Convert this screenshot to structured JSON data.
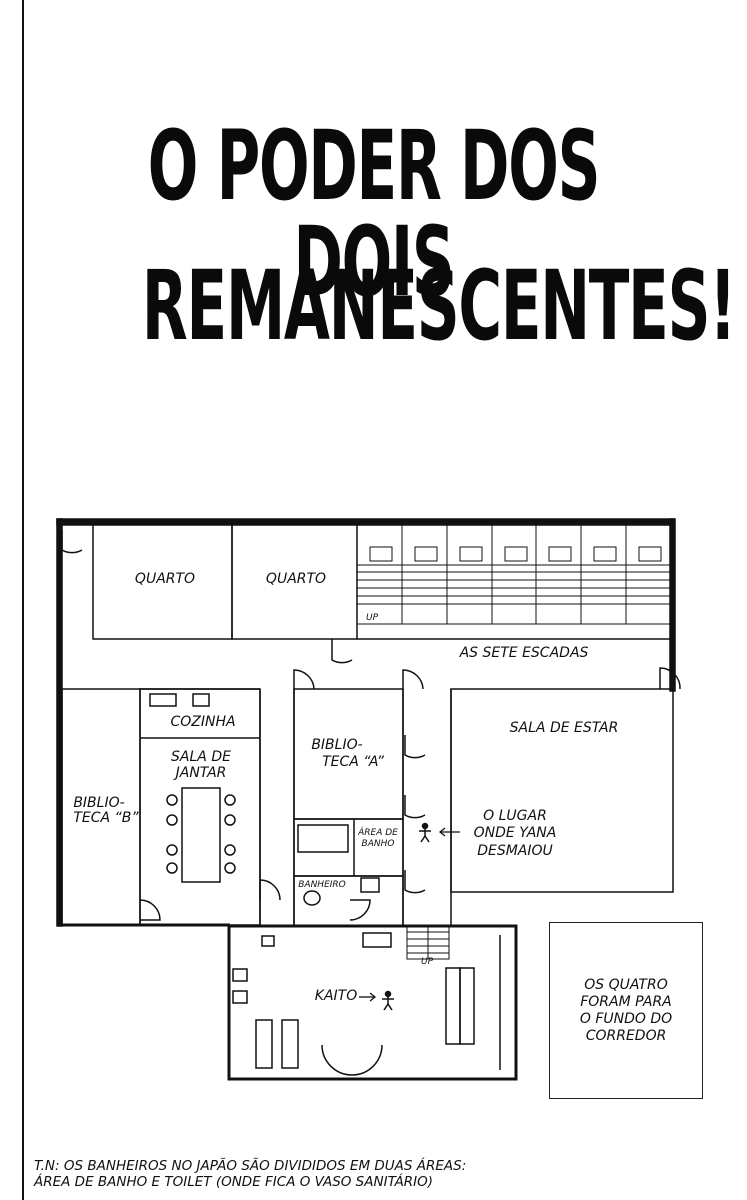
{
  "title": {
    "line1": "O PODER DOS DOIS",
    "line2": "REMANESCENTES!"
  },
  "floor_plan": {
    "rooms": {
      "quarto_1": "QUARTO",
      "quarto_2": "QUARTO",
      "sete_escadas": "AS SETE ESCADAS",
      "cozinha": "COZINHA",
      "sala_jantar_1": "SALA DE",
      "sala_jantar_2": "JANTAR",
      "biblioteca_a_1": "BIBLIO-",
      "biblioteca_a_2": "TECA “A”",
      "biblioteca_b_1": "BIBLIO-",
      "biblioteca_b_2": "TECA “B”",
      "sala_estar": "SALA DE ESTAR",
      "area_banho_1": "ÁREA DE",
      "area_banho_2": "BANHO",
      "banheiro": "BANHEIRO"
    },
    "markers": {
      "yana_1": "O LUGAR",
      "yana_2": "ONDE YANA",
      "yana_3": "DESMAIOU",
      "kaito": "KAITO"
    },
    "stair_label": "UP"
  },
  "callout": {
    "line1": "OS QUATRO",
    "line2": "FORAM PARA",
    "line3": "O FUNDO DO",
    "line4": "CORREDOR"
  },
  "translator_note": {
    "line1": "T.N: OS BANHEIROS NO JAPÃO SÃO DIVIDIDOS EM DUAS ÁREAS:",
    "line2": "ÁREA DE BANHO E TOILET (ONDE FICA O VASO SANITÁRIO)"
  }
}
